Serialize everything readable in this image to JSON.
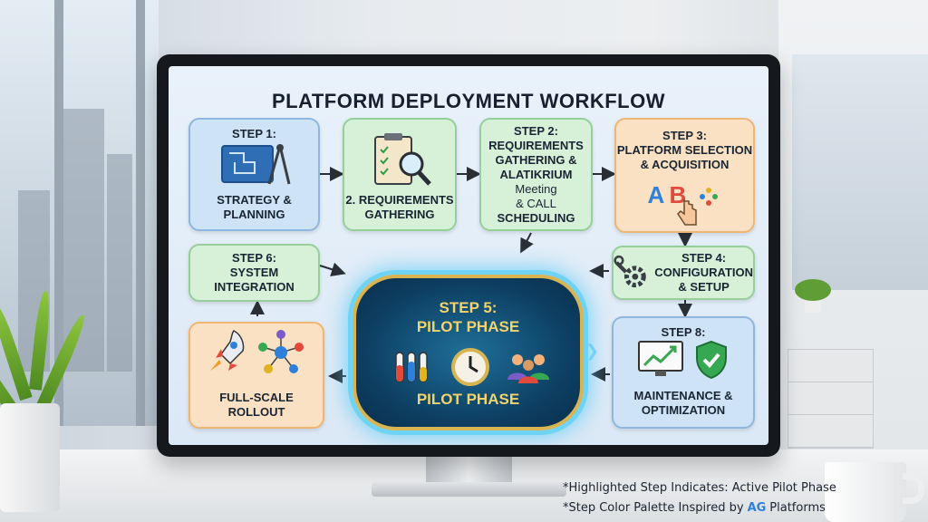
{
  "diagram": {
    "title": "PLATFORM DEPLOYMENT WORKFLOW",
    "steps": {
      "strategy": {
        "heading": "STEP 1:",
        "label_line1": "STRATEGY &",
        "label_line2": "PLANNING",
        "icon": "blueprint-compass-icon"
      },
      "requirements": {
        "label_line1": "2. REQUIREMENTS",
        "label_line2": "GATHERING",
        "icon": "clipboard-magnifier-icon"
      },
      "requirements_scheduling": {
        "line1": "STEP 2:",
        "line2": "REQUIREMENTS",
        "line3": "GATHERING &",
        "line4": "ALATIKRIUM",
        "line5": "Meeting",
        "line6": "& CALL",
        "line7": "SCHEDULING"
      },
      "platform_selection": {
        "line1": "STEP 3:",
        "line2": "PLATFORM SELECTION",
        "line3": "& ACQUISITION",
        "icon": "ab-hand-click-icon",
        "logo_a": "A",
        "logo_b": "B"
      },
      "configuration": {
        "line1": "STEP 4:",
        "line2": "CONFIGURATION",
        "line3": "& SETUP",
        "icon": "wrench-gear-icon"
      },
      "pilot": {
        "line1": "STEP 5:",
        "line2": "PILOT PHASE",
        "footer": "PILOT PHASE",
        "icons": [
          "test-tubes-icon",
          "clock-icon",
          "team-icon"
        ]
      },
      "integration": {
        "line1": "STEP 6:",
        "line2": "SYSTEM",
        "line3": "INTEGRATION"
      },
      "rollout": {
        "line1": "FULL-SCALE",
        "line2": "ROLLOUT",
        "icons": [
          "rocket-icon",
          "network-people-icon"
        ]
      },
      "maintenance": {
        "line1": "STEP 8:",
        "line2": "MAINTENANCE &",
        "line3": "OPTIMIZATION",
        "icons": [
          "monitor-growth-icon",
          "shield-check-icon"
        ]
      }
    }
  },
  "footnotes": {
    "line1": "*Highlighted Step Indicates: Active Pilot Phase",
    "line2_prefix": "*Step Color Palette Inspired by",
    "line2_logo": "AG",
    "line2_suffix": "Platforms"
  },
  "colors": {
    "blue_box": "#cfe3f6",
    "green_box": "#d7f0d8",
    "peach_box": "#fbe1c3",
    "pilot_glow": "#6fd3f5",
    "pilot_text": "#f2d46b"
  }
}
